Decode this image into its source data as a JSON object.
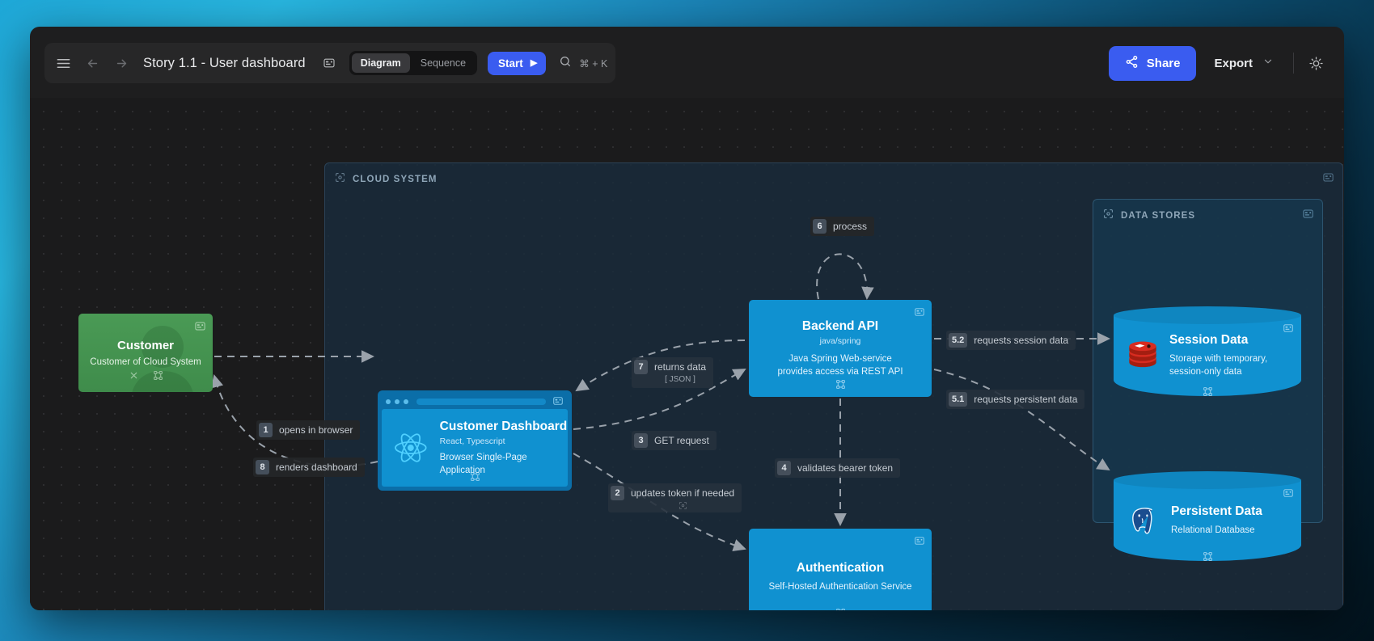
{
  "toolbar": {
    "menu_icon": "hamburger-menu-icon",
    "back_icon": "arrow-left-icon",
    "forward_icon": "arrow-right-icon",
    "title": "Story 1.1 - User dashboard",
    "title_badge_icon": "container-badge-icon",
    "view_modes": [
      {
        "label": "Diagram",
        "active": true
      },
      {
        "label": "Sequence",
        "active": false
      }
    ],
    "start_label": "Start",
    "start_icon": "play-icon",
    "search_icon": "search-icon",
    "search_shortcut": "⌘ + K",
    "share_label": "Share",
    "share_icon": "share-nodes-icon",
    "export_label": "Export",
    "export_chevron_icon": "chevron-down-icon",
    "theme_icon": "sun-brightness-icon"
  },
  "boundaries": [
    {
      "id": "cloud-system",
      "title": "CLOUD SYSTEM",
      "icon": "boundary-scope-icon",
      "badge_icon": "container-badge-icon"
    },
    {
      "id": "data-stores",
      "title": "DATA STORES",
      "icon": "boundary-scope-icon",
      "badge_icon": "container-badge-icon"
    }
  ],
  "nodes": {
    "customer": {
      "title": "Customer",
      "subtitle": "Customer of Cloud System",
      "badge_icon": "container-badge-icon",
      "foot_icons": [
        "close-icon",
        "hierarchy-icon"
      ],
      "color": "#3f8c4b"
    },
    "dashboard": {
      "title": "Customer Dashboard",
      "tech": "React, Typescript",
      "desc": "Browser Single-Page Application",
      "logo_icon": "react-logo-icon",
      "badge_icon": "container-badge-icon",
      "foot_icon": "hierarchy-icon",
      "color": "#1091d0"
    },
    "backend": {
      "title": "Backend API",
      "tech": "java/spring",
      "desc_line1": "Java Spring Web-service",
      "desc_line2": "provides access via REST API",
      "badge_icon": "container-badge-icon",
      "foot_icon": "hierarchy-icon",
      "color": "#1091d0"
    },
    "authentication": {
      "title": "Authentication",
      "desc": "Self-Hosted Authentication Service",
      "badge_icon": "container-badge-icon",
      "foot_icon": "hierarchy-icon",
      "color": "#1091d0"
    },
    "session_data": {
      "title": "Session Data",
      "desc_line1": "Storage with temporary,",
      "desc_line2": "session-only data",
      "logo_icon": "redis-logo-icon",
      "badge_icon": "container-badge-icon",
      "foot_icon": "hierarchy-icon",
      "color": "#1091d0"
    },
    "persistent_data": {
      "title": "Persistent Data",
      "desc": "Relational Database",
      "logo_icon": "postgresql-logo-icon",
      "badge_icon": "container-badge-icon",
      "foot_icon": "hierarchy-icon",
      "color": "#1091d0"
    }
  },
  "edges": [
    {
      "id": "opens-in-browser",
      "num": "1",
      "text": "opens in browser"
    },
    {
      "id": "updates-token",
      "num": "2",
      "text": "updates token if needed",
      "icon": "scan-icon"
    },
    {
      "id": "get-request",
      "num": "3",
      "text": "GET request"
    },
    {
      "id": "validates-bearer-token",
      "num": "4",
      "text": "validates bearer token"
    },
    {
      "id": "requests-persistent-data",
      "num": "5.1",
      "text": "requests persistent data"
    },
    {
      "id": "requests-session-data",
      "num": "5.2",
      "text": "requests session data"
    },
    {
      "id": "process",
      "num": "6",
      "text": "process"
    },
    {
      "id": "returns-data",
      "num": "7",
      "text": "returns data",
      "sub": "[ JSON ]"
    },
    {
      "id": "renders-dashboard",
      "num": "8",
      "text": "renders dashboard"
    }
  ],
  "colors": {
    "accent": "#3a5cf0",
    "node_blue": "#1091d0",
    "person_green": "#3f8c4b",
    "canvas": "#1b1b1c",
    "window": "#1e1e1f"
  }
}
